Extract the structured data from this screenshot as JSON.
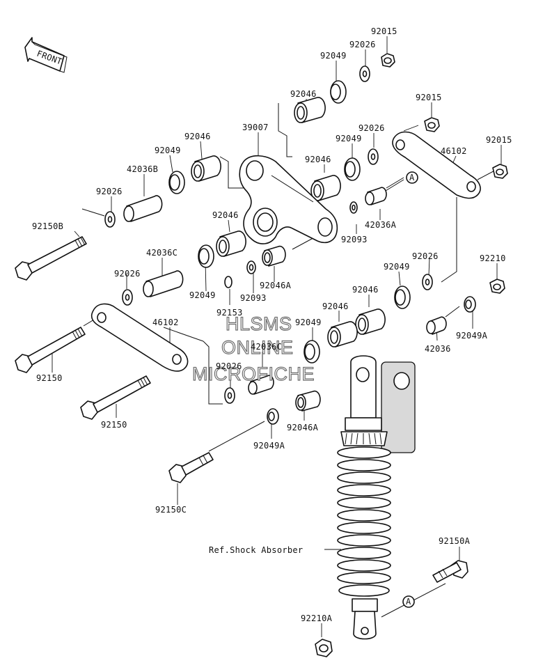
{
  "front_arrow": {
    "label": "FRONT",
    "icon": "front-direction-arrow-icon"
  },
  "ref_label": "Ref.Shock Absorber",
  "watermark": [
    "HLSMS",
    "ONLINE",
    "MICROFICHE"
  ],
  "reference_marker": "A",
  "parts": [
    {
      "id": "p1",
      "number": "92015"
    },
    {
      "id": "p2",
      "number": "92026"
    },
    {
      "id": "p3",
      "number": "92049"
    },
    {
      "id": "p4",
      "number": "92046"
    },
    {
      "id": "p5",
      "number": "92015"
    },
    {
      "id": "p6",
      "number": "39007"
    },
    {
      "id": "p7",
      "number": "92026"
    },
    {
      "id": "p8",
      "number": "92049"
    },
    {
      "id": "p9",
      "number": "92015"
    },
    {
      "id": "p10",
      "number": "92046"
    },
    {
      "id": "p11",
      "number": "92049"
    },
    {
      "id": "p12",
      "number": "42036B"
    },
    {
      "id": "p13",
      "number": "46102"
    },
    {
      "id": "p14",
      "number": "92046"
    },
    {
      "id": "p15",
      "number": "92026"
    },
    {
      "id": "p16",
      "number": "92150B"
    },
    {
      "id": "p17",
      "number": "42036A"
    },
    {
      "id": "p18",
      "number": "92046"
    },
    {
      "id": "p19",
      "number": "92093"
    },
    {
      "id": "p20",
      "number": "42036C"
    },
    {
      "id": "p21",
      "number": "92026"
    },
    {
      "id": "p22",
      "number": "92210"
    },
    {
      "id": "p23",
      "number": "92026"
    },
    {
      "id": "p24",
      "number": "92049"
    },
    {
      "id": "p25",
      "number": "92046A"
    },
    {
      "id": "p26",
      "number": "92049"
    },
    {
      "id": "p27",
      "number": "92093"
    },
    {
      "id": "p28",
      "number": "92153"
    },
    {
      "id": "p29",
      "number": "92046"
    },
    {
      "id": "p30",
      "number": "92046"
    },
    {
      "id": "p31",
      "number": "92049"
    },
    {
      "id": "p32",
      "number": "46102"
    },
    {
      "id": "p33",
      "number": "92049A"
    },
    {
      "id": "p34",
      "number": "42036C"
    },
    {
      "id": "p35",
      "number": "42036"
    },
    {
      "id": "p36",
      "number": "92150"
    },
    {
      "id": "p37",
      "number": "92026"
    },
    {
      "id": "p38",
      "number": "92150"
    },
    {
      "id": "p39",
      "number": "92046A"
    },
    {
      "id": "p40",
      "number": "92049A"
    },
    {
      "id": "p41",
      "number": "92150C"
    },
    {
      "id": "p42",
      "number": "92150A"
    },
    {
      "id": "p43",
      "number": "92210A"
    }
  ]
}
